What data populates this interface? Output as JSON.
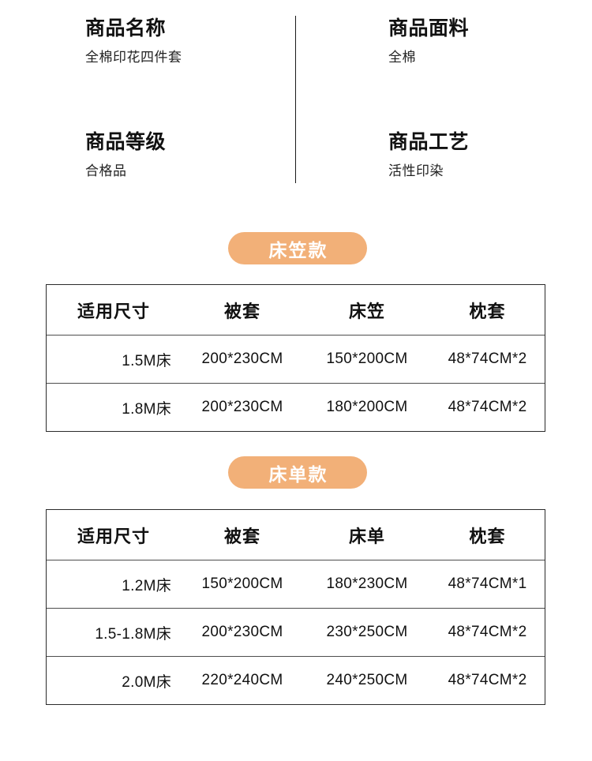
{
  "specs": [
    {
      "label": "商品名称",
      "value": "全棉印花四件套"
    },
    {
      "label": "商品面料",
      "value": "全棉"
    },
    {
      "label": "商品等级",
      "value": "合格品"
    },
    {
      "label": "商品工艺",
      "value": "活性印染"
    }
  ],
  "sections": [
    {
      "badge": "床笠款",
      "columns": [
        "适用尺寸",
        "被套",
        "床笠",
        "枕套"
      ],
      "rows": [
        [
          "1.5M床",
          "200*230CM",
          "150*200CM",
          "48*74CM*2"
        ],
        [
          "1.8M床",
          "200*230CM",
          "180*200CM",
          "48*74CM*2"
        ]
      ]
    },
    {
      "badge": "床单款",
      "columns": [
        "适用尺寸",
        "被套",
        "床单",
        "枕套"
      ],
      "rows": [
        [
          "1.2M床",
          "150*200CM",
          "180*230CM",
          "48*74CM*1"
        ],
        [
          "1.5-1.8M床",
          "200*230CM",
          "230*250CM",
          "48*74CM*2"
        ],
        [
          "2.0M床",
          "220*240CM",
          "240*250CM",
          "48*74CM*2"
        ]
      ]
    }
  ],
  "colors": {
    "badge_background": "#F2B078",
    "badge_text": "#FFFFFF",
    "table_border": "#2B2B2B",
    "row_divider": "#4D4D4D",
    "text": "#111111",
    "page_background": "#FFFFFF"
  }
}
